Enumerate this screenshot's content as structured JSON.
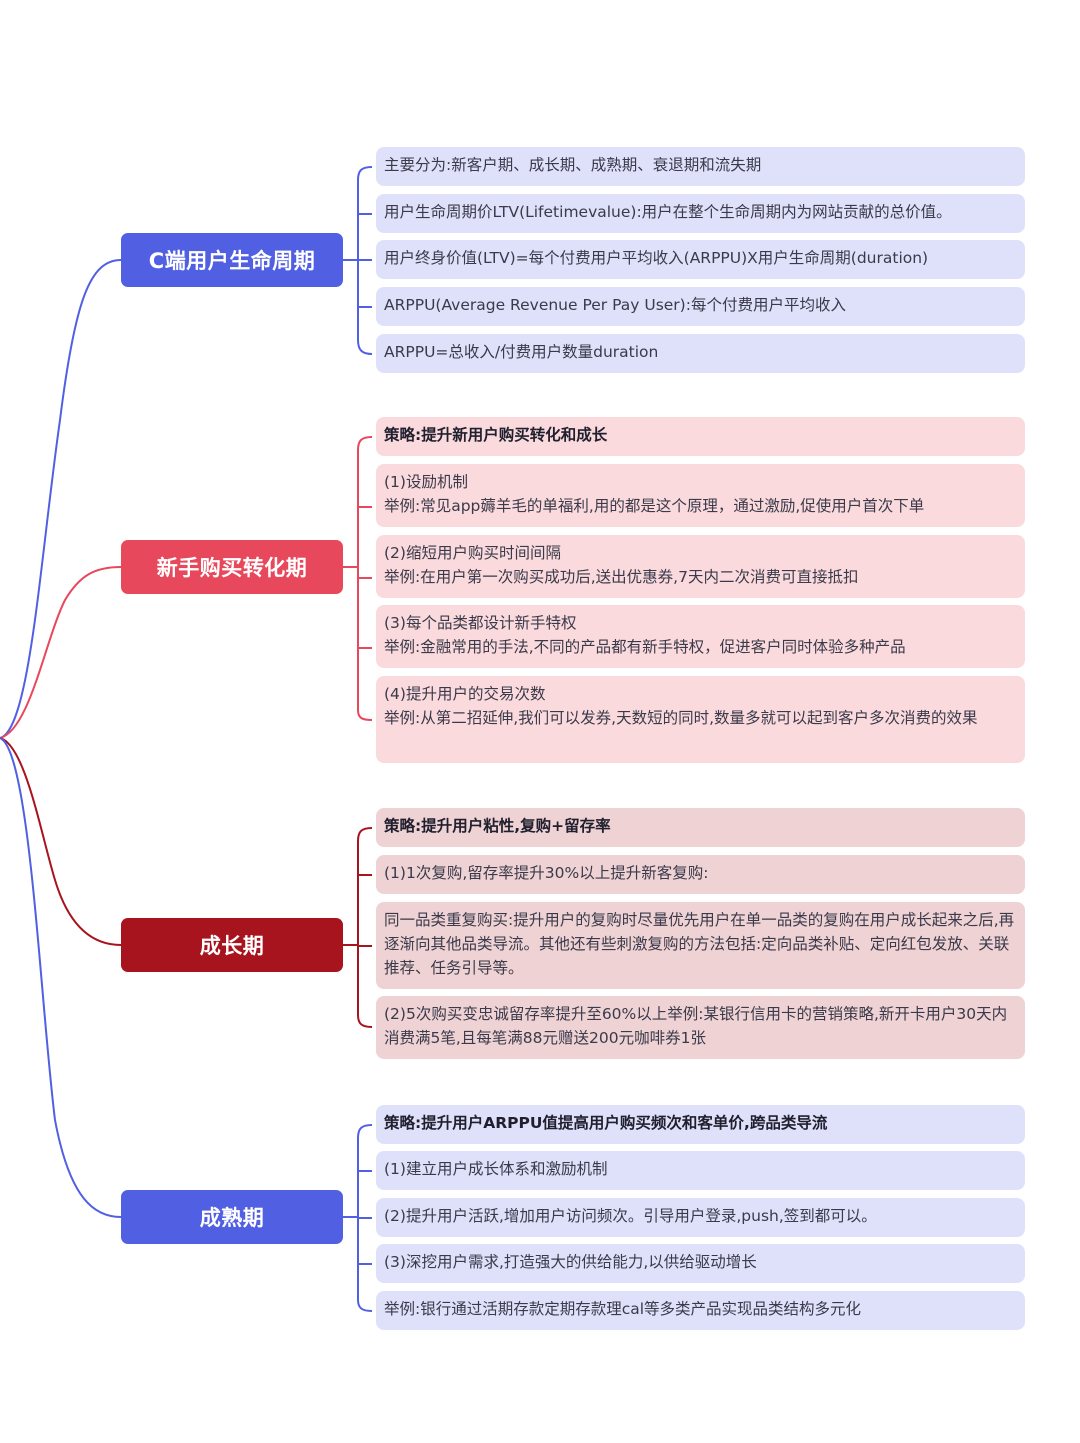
{
  "colors": {
    "blue_main": "#5160e3",
    "blue_leaf": "#dfe1fb",
    "red_main": "#e8485c",
    "red_leaf": "#fadadd",
    "dark_main": "#a8141e",
    "dark_leaf": "#efd2d4"
  },
  "branches": [
    {
      "title": "C端用户生命周期",
      "items": [
        {
          "text": "主要分为:新客户期、成长期、成熟期、衰退期和流失期"
        },
        {
          "text": "用户生命周期价LTV(Lifetimevalue):用户在整个生命周期内为网站贡献的总价值。"
        },
        {
          "text": "用户终身价值(LTV)=每个付费用户平均收入(ARPPU)X用户生命周期(duration)"
        },
        {
          "text": "ARPPU(Average Revenue Per Pay User):每个付费用户平均收入"
        },
        {
          "text": "ARPPU=总收入/付费用户数量duration"
        }
      ]
    },
    {
      "title": "新手购买转化期",
      "items": [
        {
          "text": "策略:提升新用户购买转化和成长"
        },
        {
          "line1": "(1)设励机制",
          "line2": "举例:常见app薅羊毛的单福利,用的都是这个原理，通过激励,促使用户首次下单"
        },
        {
          "line1": "(2)缩短用户购买时间间隔",
          "line2": "举例:在用户第一次购买成功后,送出优惠券,7天内二次消费可直接抵扣"
        },
        {
          "line1": "(3)每个品类都设计新手特权",
          "line2": "举例:金融常用的手法,不同的产品都有新手特权，促进客户同时体验多种产品"
        },
        {
          "line1": "(4)提升用户的交易次数",
          "line2": "举例:从第二招延伸,我们可以发券,天数短的同时,数量多就可以起到客户多次消费的效果"
        }
      ]
    },
    {
      "title": "成长期",
      "items": [
        {
          "text": "策略:提升用户粘性,复购+留存率"
        },
        {
          "text": "(1)1次复购,留存率提升30%以上提升新客复购:"
        },
        {
          "text": "同一品类重复购买:提升用户的复购时尽量优先用户在单一品类的复购在用户成长起来之后,再逐渐向其他品类导流。其他还有些刺激复购的方法包括:定向品类补贴、定向红包发放、关联推荐、任务引导等。"
        },
        {
          "text": "(2)5次购买变忠诚留存率提升至60%以上举例:某银行信用卡的营销策略,新开卡用户30天内消费满5笔,且每笔满88元赠送200元咖啡券1张"
        }
      ]
    },
    {
      "title": "成熟期",
      "items": [
        {
          "text": "策略:提升用户ARPPU值提高用户购买频次和客单价,跨品类导流"
        },
        {
          "text": "(1)建立用户成长体系和激励机制"
        },
        {
          "text": "(2)提升用户活跃,增加用户访问频次。引导用户登录,push,签到都可以。"
        },
        {
          "text": "(3)深挖用户需求,打造强大的供给能力,以供给驱动增长"
        },
        {
          "text": "举例:银行通过活期存款定期存款理cal等多类产品实现品类结构多元化"
        }
      ]
    }
  ]
}
